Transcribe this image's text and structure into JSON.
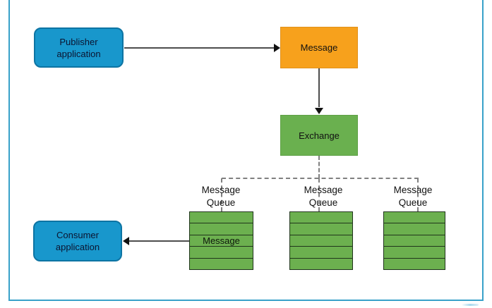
{
  "diagram": {
    "publisher": {
      "line1": "Publisher",
      "line2": "application"
    },
    "message": {
      "label": "Message"
    },
    "exchange": {
      "label": "Exchange"
    },
    "consumer": {
      "line1": "Consumer",
      "line2": "application"
    },
    "queues": [
      {
        "line1": "Message",
        "line2": "Queue",
        "slot_label": "Message"
      },
      {
        "line1": "Message",
        "line2": "Queue"
      },
      {
        "line1": "Message",
        "line2": "Queue"
      }
    ],
    "colors": {
      "application_box": "#1897cc",
      "application_box_border": "#0d74a3",
      "message_box": "#f7a11c",
      "exchange_box": "#6ab04f",
      "queue_fill": "#6cb04f",
      "queue_border": "#20351c",
      "arrow_line": "#4d4d4d",
      "arrowhead": "#111111",
      "dashed_line": "#808080",
      "frame_border": "#38a1c9"
    }
  }
}
